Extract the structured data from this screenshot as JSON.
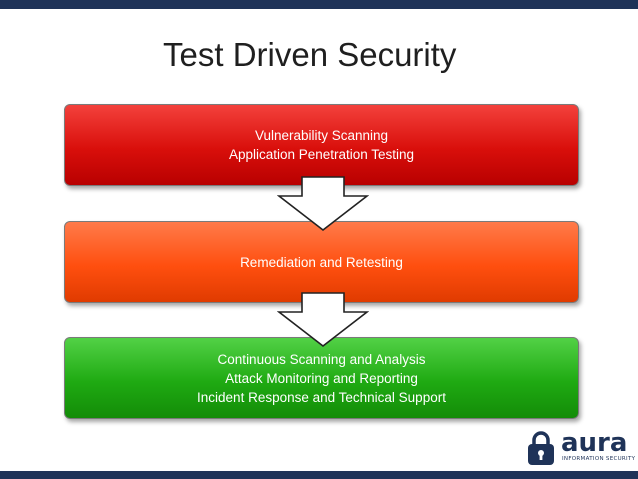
{
  "slide": {
    "title": "Test Driven Security"
  },
  "stages": [
    {
      "lines": [
        "Vulnerability Scanning",
        "Application Penetration Testing"
      ],
      "color": "#d90f0b"
    },
    {
      "lines": [
        "Remediation and Retesting"
      ],
      "color": "#ff4f0f"
    },
    {
      "lines": [
        "Continuous Scanning and Analysis",
        "Attack Monitoring and Reporting",
        "Incident Response and Technical Support"
      ],
      "color": "#1faa12"
    }
  ],
  "logo": {
    "word": "aura",
    "tagline": "INFORMATION SECURITY",
    "color": "#1f3358"
  },
  "icons": {
    "arrow": "down-arrow-icon",
    "logo_mark": "padlock-icon"
  },
  "theme": {
    "bar_color": "#1f3358"
  }
}
